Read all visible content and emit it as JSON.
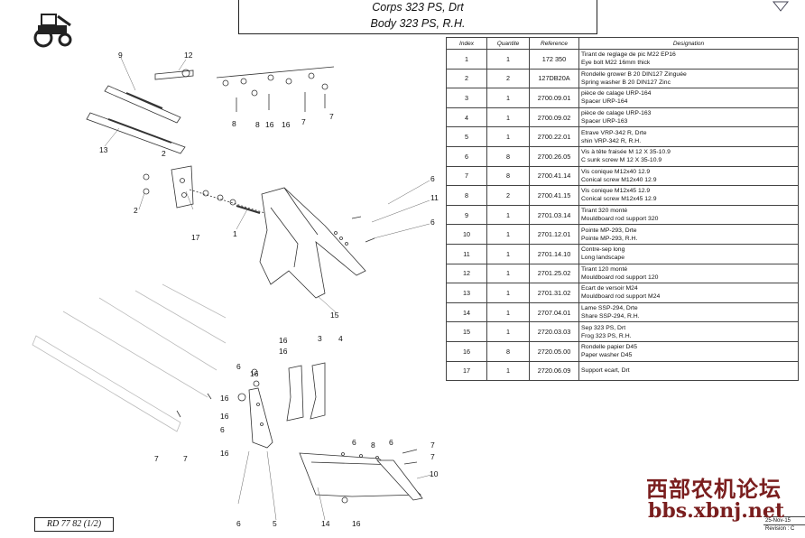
{
  "title": {
    "line1": "Corps 323 PS, Drt",
    "line2": "Body 323 PS, R.H."
  },
  "table": {
    "headers": [
      "Index",
      "Quantite",
      "Reference",
      "Designation"
    ],
    "rows": [
      {
        "index": "1",
        "qty": "1",
        "ref": "172 350",
        "des1": "Tirant de reglage de pic M22 EP16",
        "des2": "Eye bolt  M22  16mm thick"
      },
      {
        "index": "2",
        "qty": "2",
        "ref": "127DB20A",
        "des1": "Rondelle grower B 20 DIN127 Zinguée",
        "des2": "Spring washer B 20 DIN127 Zinc"
      },
      {
        "index": "3",
        "qty": "1",
        "ref": "2700.09.01",
        "des1": "pièce de calage URP-164",
        "des2": "Spacer URP-164"
      },
      {
        "index": "4",
        "qty": "1",
        "ref": "2700.09.02",
        "des1": "pièce de calage URP-163",
        "des2": "Spacer URP-163"
      },
      {
        "index": "5",
        "qty": "1",
        "ref": "2700.22.01",
        "des1": "Etrave VRP-342 R, Drte",
        "des2": "shin VRP-342 R, R.H."
      },
      {
        "index": "6",
        "qty": "8",
        "ref": "2700.26.05",
        "des1": "Vis à tête fraisée M 12 X 35-10.9",
        "des2": "C sunk screw M 12 X 35-10.9"
      },
      {
        "index": "7",
        "qty": "8",
        "ref": "2700.41.14",
        "des1": "Vis conique M12x40  12.9",
        "des2": "Conical screw M12x40  12.9"
      },
      {
        "index": "8",
        "qty": "2",
        "ref": "2700.41.15",
        "des1": "Vis conique M12x45  12.9",
        "des2": "Conical screw M12x45  12.9"
      },
      {
        "index": "9",
        "qty": "1",
        "ref": "2701.03.14",
        "des1": "Tirant 320 monté",
        "des2": "Mouldboard rod support 320"
      },
      {
        "index": "10",
        "qty": "1",
        "ref": "2701.12.01",
        "des1": "Pointe MP-293, Drte",
        "des2": "Pointe MP-293, R.H."
      },
      {
        "index": "11",
        "qty": "1",
        "ref": "2701.14.10",
        "des1": "Contre-sep long",
        "des2": "Long landscape"
      },
      {
        "index": "12",
        "qty": "1",
        "ref": "2701.25.02",
        "des1": "Tirant 120 monté",
        "des2": "Mouldboard rod support 120"
      },
      {
        "index": "13",
        "qty": "1",
        "ref": "2701.31.02",
        "des1": "Ecart de versoir  M24",
        "des2": "Mouldboard rod support M24"
      },
      {
        "index": "14",
        "qty": "1",
        "ref": "2707.04.01",
        "des1": "Lame SSP-294, Drte",
        "des2": "Share SSP-294, R.H."
      },
      {
        "index": "15",
        "qty": "1",
        "ref": "2720.03.03",
        "des1": "Sep 323 PS, Drt",
        "des2": "Frog 323 PS, R.H."
      },
      {
        "index": "16",
        "qty": "8",
        "ref": "2720.05.00",
        "des1": "Rondelle papier D45",
        "des2": "Paper washer D45"
      },
      {
        "index": "17",
        "qty": "1",
        "ref": "2720.06.09",
        "des1": "Support ecart, Drt",
        "des2": ""
      }
    ]
  },
  "drawing_ref": "RD 77 82  (1/2)",
  "revision": {
    "date": "25-Nov-15",
    "label": "Revision : C"
  },
  "watermark": {
    "line1": "西部农机论坛",
    "line2": "bbs.xbnj.net"
  },
  "callouts": {
    "c9": "9",
    "c12": "12",
    "c13": "13",
    "c2a": "2",
    "c2b": "2",
    "c17": "17",
    "c1": "1",
    "c8a": "8",
    "c8b": "8",
    "c16a": "16",
    "c16b": "16",
    "c7a": "7",
    "c7b": "7",
    "c6a": "6",
    "c11": "11",
    "c6b": "6",
    "c15": "15",
    "c16c": "16",
    "c16d": "16",
    "c3": "3",
    "c4": "4",
    "c6c": "6",
    "c16e": "16",
    "c16f": "16",
    "c6d": "6",
    "c16g": "16",
    "c7c": "7",
    "c7d": "7",
    "c6e": "6",
    "c6f": "6",
    "c8c": "8",
    "c7e": "7",
    "c7f": "7",
    "c10": "10",
    "c6g": "6",
    "c5": "5",
    "c14": "14",
    "c16h": "16"
  }
}
